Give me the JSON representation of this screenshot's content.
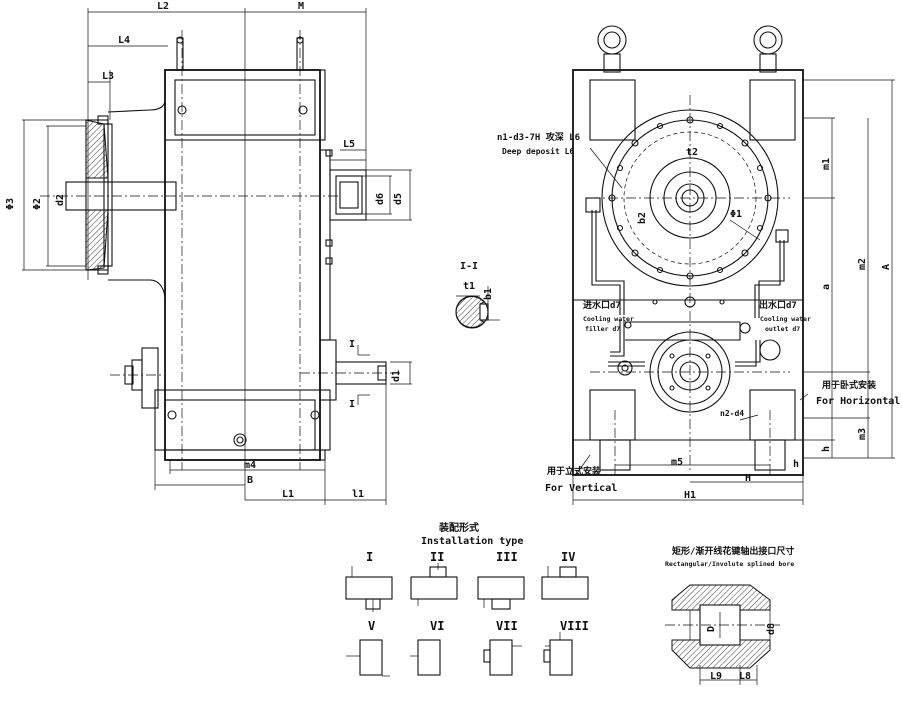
{
  "left_view": {
    "dims_top": [
      "L2",
      "M",
      "L4",
      "L3"
    ],
    "dims_left": [
      "Φ3",
      "Φ2",
      "d2"
    ],
    "dims_right": [
      "L5",
      "d6",
      "d5",
      "d1"
    ],
    "dims_bottom": [
      "m4",
      "B",
      "L1",
      "l1"
    ],
    "section_marks": [
      "I",
      "I"
    ]
  },
  "section": {
    "title": "I-I",
    "labels": [
      "t1",
      "b1"
    ]
  },
  "right_view": {
    "tap_label": "n1-d3-7H 攻深 L6",
    "tap_label_en": "Deep deposit L6",
    "inner_labels": [
      "t2",
      "b2",
      "Φ1"
    ],
    "cooling_inlet": "进水口d7",
    "cooling_inlet_en_1": "Cooling water",
    "cooling_inlet_en_2": "filler d7",
    "cooling_outlet": "出水口d7",
    "cooling_outlet_en_1": "Cooling water",
    "cooling_outlet_en_2": "outlet d7",
    "holes_label": "n2-d4",
    "horizontal_cn": "用于卧式安装",
    "horizontal_en": "For Horizontal",
    "vertical_cn": "用于立式安装",
    "vertical_en": "For Vertical",
    "dims_right": [
      "m1",
      "a",
      "m2",
      "A",
      "m3",
      "h"
    ],
    "dims_bottom": [
      "m5",
      "H",
      "h",
      "H1"
    ]
  },
  "installation": {
    "title_cn": "装配形式",
    "title_en": "Installation type",
    "types": [
      "I",
      "II",
      "III",
      "IV",
      "V",
      "VI",
      "VII",
      "VIII"
    ]
  },
  "spline": {
    "title_cn": "矩形/渐开线花键轴出接口尺寸",
    "title_en": "Rectangular/Involute splined bore",
    "labels": [
      "D",
      "d8",
      "L9",
      "L8"
    ]
  }
}
